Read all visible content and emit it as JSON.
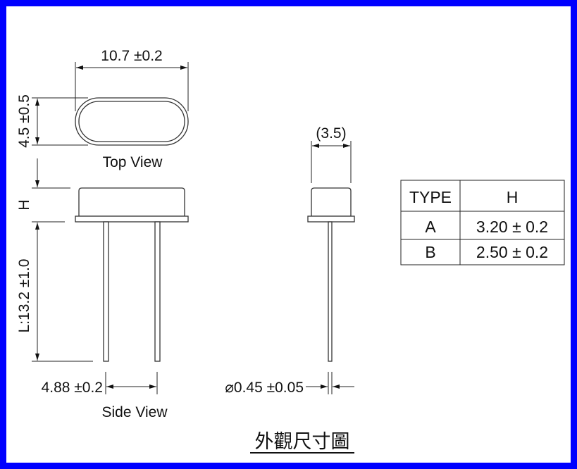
{
  "top_view": {
    "width_dim": "10.7 ±0.2",
    "height_dim": "4.5 ±0.5",
    "label": "Top View"
  },
  "side_view": {
    "h_dim": "H",
    "lead_length_dim": "L:13.2 ±1.0",
    "pitch_dim": "4.88 ±0.2",
    "label": "Side View"
  },
  "end_view": {
    "thickness_dim": "(3.5)",
    "lead_diameter_dim": "⌀0.45 ±0.05"
  },
  "table": {
    "headers": [
      "TYPE",
      "H"
    ],
    "rows": [
      [
        "A",
        "3.20 ± 0.2"
      ],
      [
        "B",
        "2.50 ± 0.2"
      ]
    ]
  },
  "title": "外觀尺寸圖",
  "colors": {
    "frame": "#0000ff",
    "background": "#ffffff",
    "line": "#222222"
  }
}
